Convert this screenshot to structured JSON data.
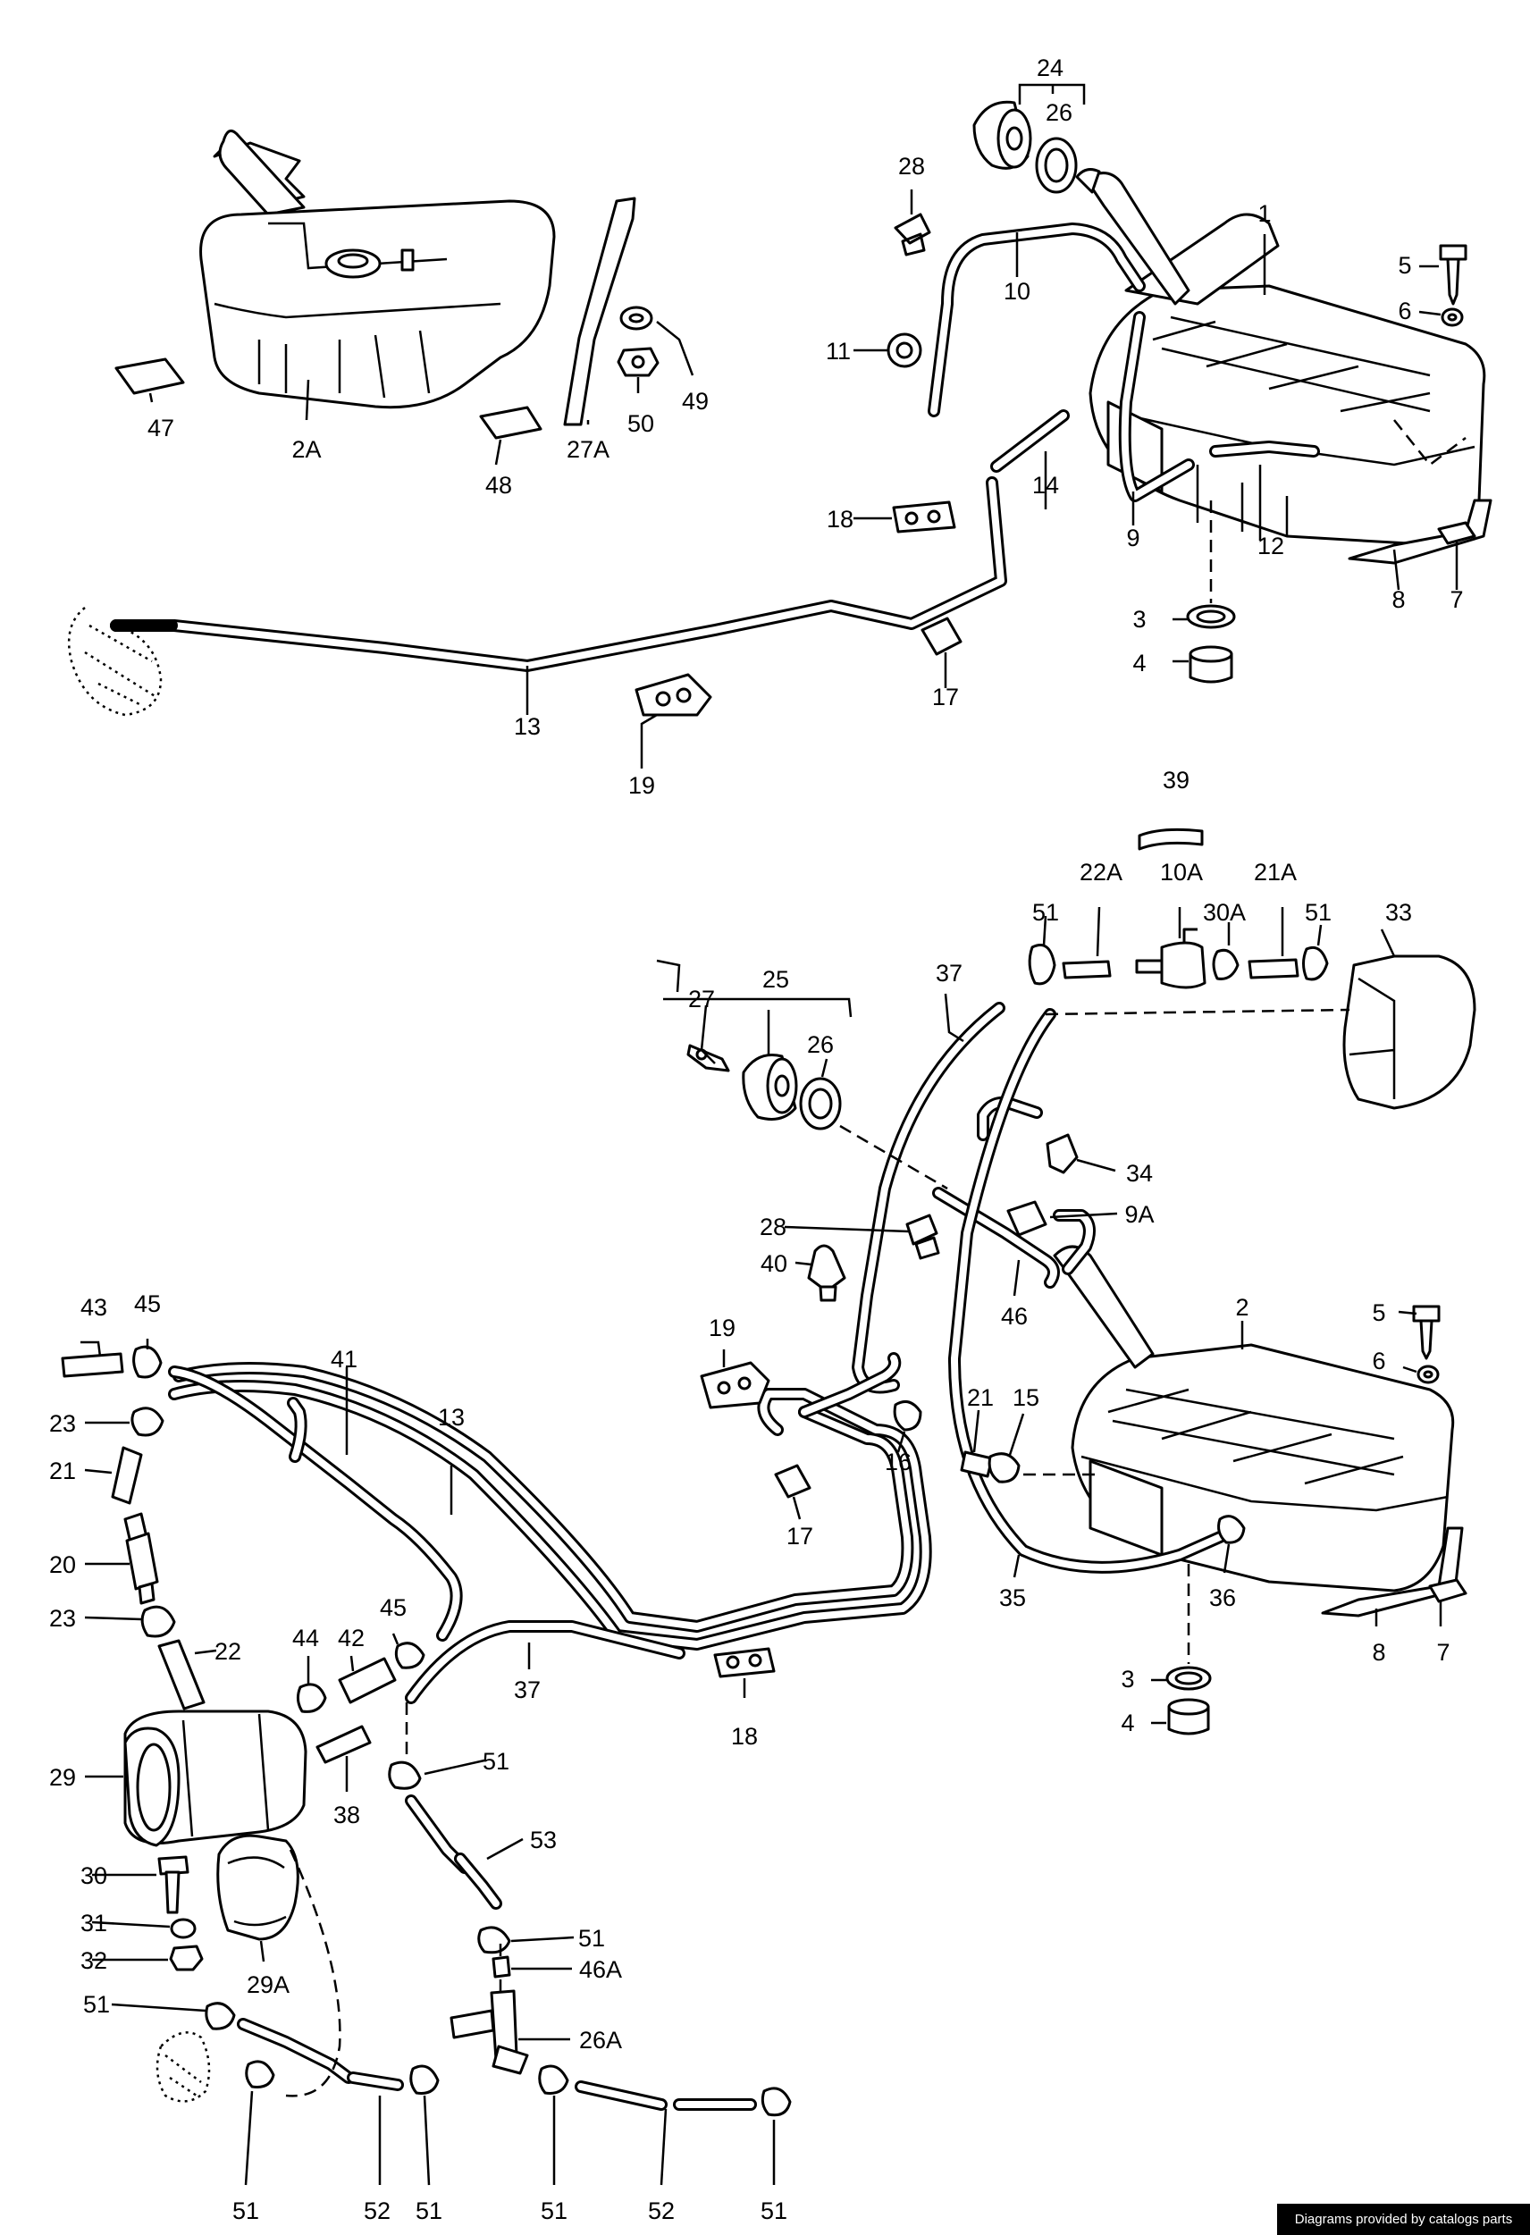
{
  "credit": "Diagrams provided by catalogs parts",
  "callouts": {
    "c1": "1",
    "c2": "2",
    "c2A": "2A",
    "c3a": "3",
    "c3b": "3",
    "c4a": "4",
    "c4b": "4",
    "c5a": "5",
    "c5b": "5",
    "c6a": "6",
    "c6b": "6",
    "c7a": "7",
    "c7b": "7",
    "c8a": "8",
    "c8b": "8",
    "c9": "9",
    "c9A": "9A",
    "c10": "10",
    "c10A": "10A",
    "c11": "11",
    "c12": "12",
    "c13a": "13",
    "c13b": "13",
    "c14": "14",
    "c15": "15",
    "c16": "16",
    "c17a": "17",
    "c17b": "17",
    "c18a": "18",
    "c18b": "18",
    "c19a": "19",
    "c19b": "19",
    "c20": "20",
    "c21a": "21",
    "c21b": "21",
    "c21A": "21A",
    "c22": "22",
    "c22A": "22A",
    "c23a": "23",
    "c23b": "23",
    "c24": "24",
    "c25": "25",
    "c26a": "26",
    "c26b": "26",
    "c26A": "26A",
    "c27": "27",
    "c27A": "27A",
    "c28a": "28",
    "c28b": "28",
    "c29": "29",
    "c29A": "29A",
    "c30": "30",
    "c30A": "30A",
    "c31": "31",
    "c32": "32",
    "c33": "33",
    "c34": "34",
    "c35": "35",
    "c36": "36",
    "c37a": "37",
    "c37b": "37",
    "c38": "38",
    "c39": "39",
    "c40": "40",
    "c41": "41",
    "c42": "42",
    "c43": "43",
    "c44": "44",
    "c45a": "45",
    "c45b": "45",
    "c46": "46",
    "c46A": "46A",
    "c47": "47",
    "c48": "48",
    "c49": "49",
    "c50": "50",
    "c51a": "51",
    "c51b": "51",
    "c51c": "51",
    "c51d": "51",
    "c51e": "51",
    "c51f": "51",
    "c51g": "51",
    "c51h": "51",
    "c51i": "51",
    "c51j": "51",
    "c52a": "52",
    "c52b": "52",
    "c53": "53"
  }
}
